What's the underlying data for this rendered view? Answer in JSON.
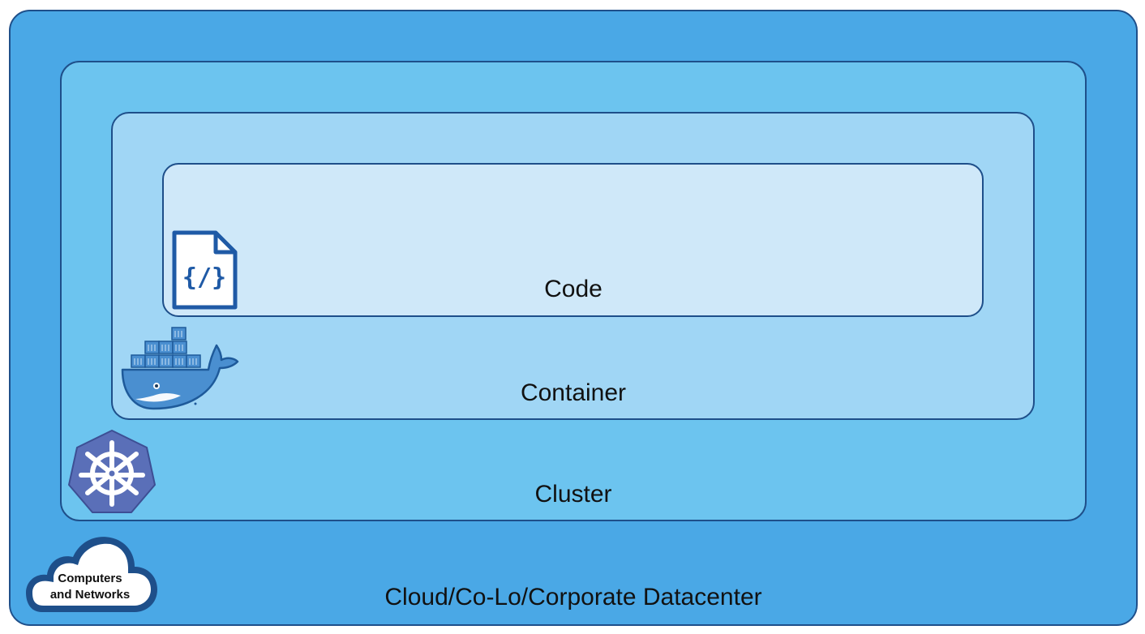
{
  "layers": {
    "code": {
      "label": "Code"
    },
    "container": {
      "label": "Container"
    },
    "cluster": {
      "label": "Cluster"
    },
    "datacenter": {
      "label": "Cloud/Co-Lo/Corporate Datacenter"
    }
  },
  "cloud_badge": {
    "line1": "Computers",
    "line2": "and Networks"
  },
  "icons": {
    "code": "code-file-icon",
    "container": "docker-whale-icon",
    "cluster": "kubernetes-helm-icon",
    "datacenter": "cloud-icon"
  },
  "colors": {
    "datacenter": "#4aa8e6",
    "cluster": "#6cc4ef",
    "container": "#a0d6f5",
    "code": "#cfe8f9",
    "border": "#1e4f8a",
    "kubernetes": "#5a6fb8",
    "docker": "#4a8fd0"
  }
}
